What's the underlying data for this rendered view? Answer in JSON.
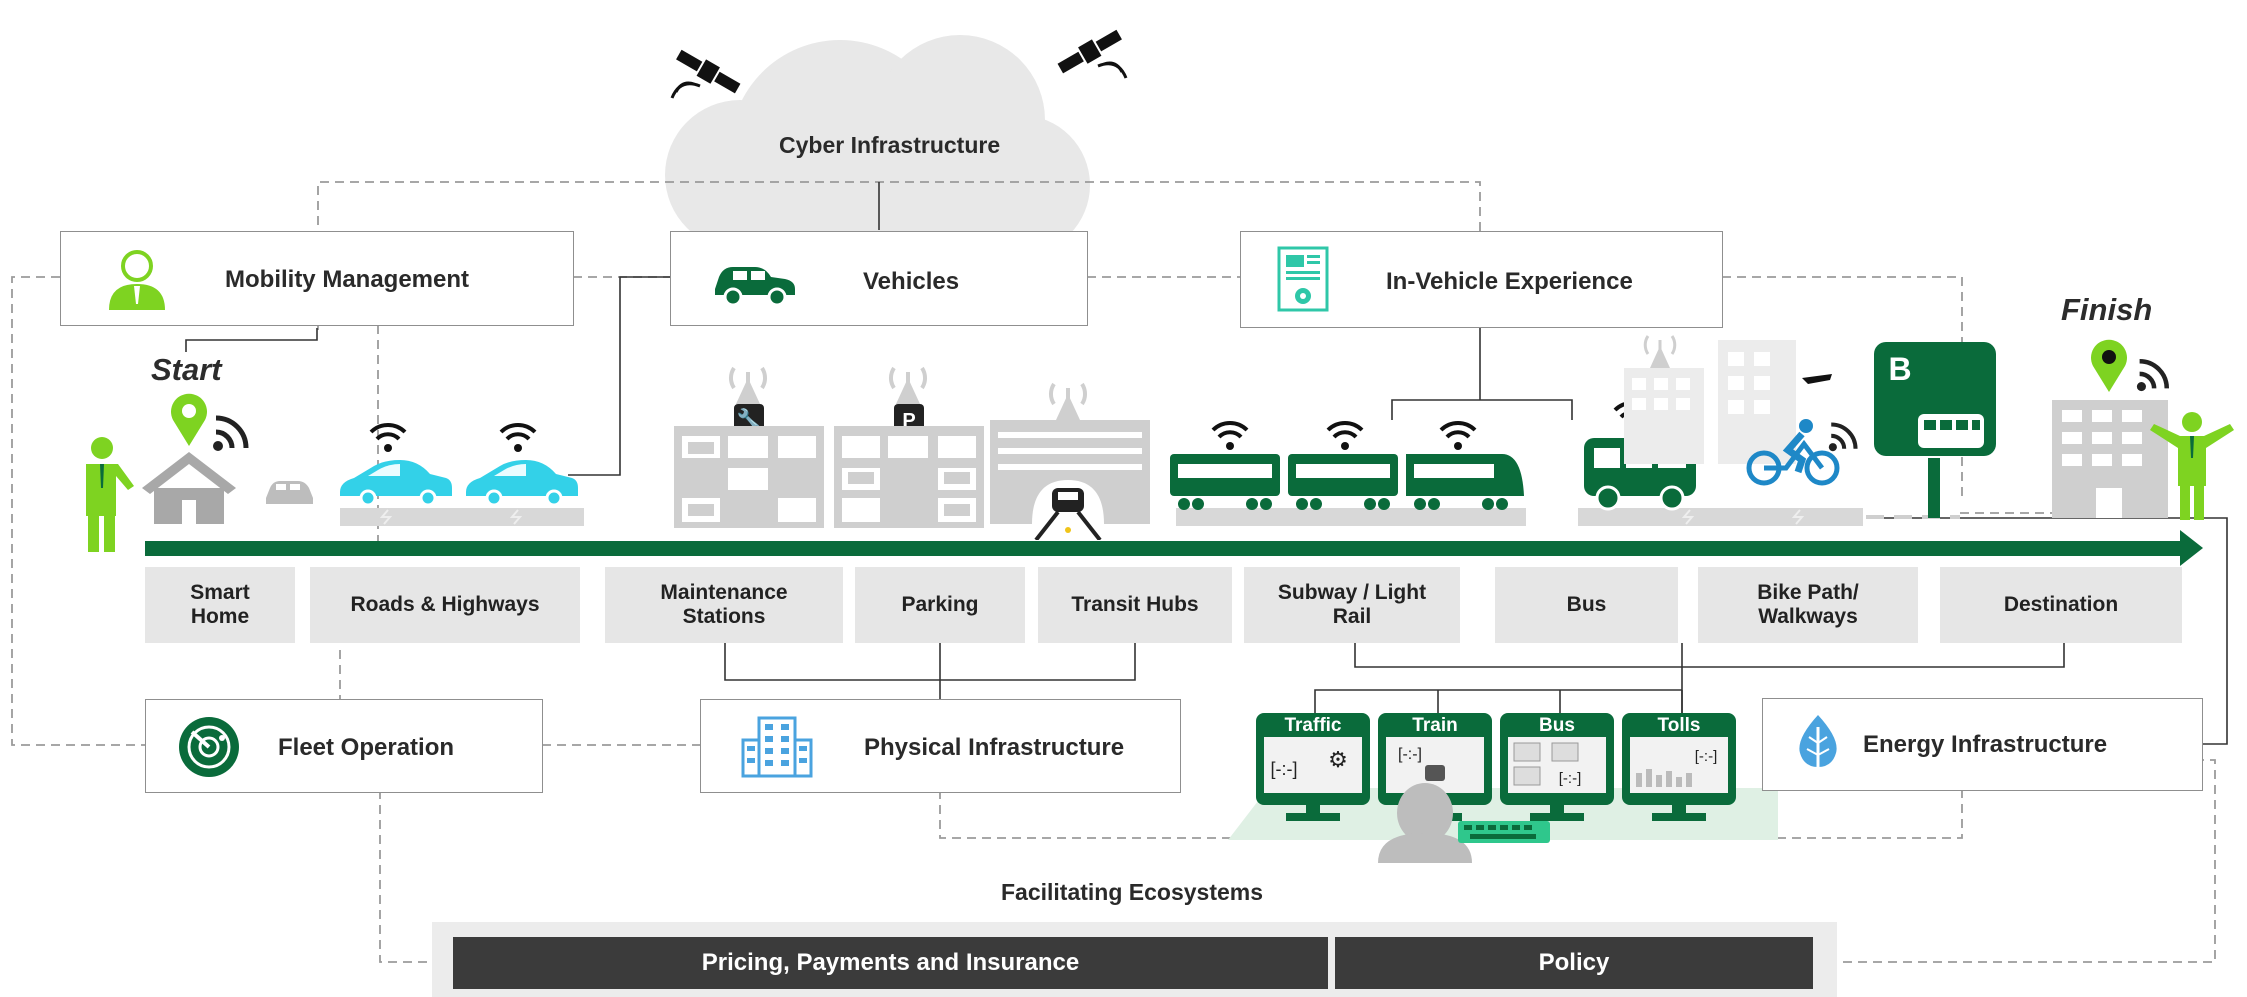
{
  "cloud": {
    "label": "Cyber Infrastructure"
  },
  "boxes": {
    "mobility": "Mobility Management",
    "vehicles": "Vehicles",
    "in_vehicle": "In-Vehicle Experience",
    "fleet": "Fleet Operation",
    "physical": "Physical Infrastructure",
    "energy": "Energy Infrastructure"
  },
  "markers": {
    "start": "Start",
    "finish": "Finish"
  },
  "stops": [
    {
      "line1": "Smart",
      "line2": "Home"
    },
    {
      "line1": "Roads & Highways",
      "line2": ""
    },
    {
      "line1": "Maintenance",
      "line2": "Stations"
    },
    {
      "line1": "Parking",
      "line2": ""
    },
    {
      "line1": "Transit Hubs",
      "line2": ""
    },
    {
      "line1": "Subway / Light",
      "line2": "Rail"
    },
    {
      "line1": "Bus",
      "line2": ""
    },
    {
      "line1": "Bike Path/",
      "line2": "Walkways"
    },
    {
      "line1": "Destination",
      "line2": ""
    }
  ],
  "monitors": [
    "Traffic",
    "Train",
    "Bus",
    "Tolls"
  ],
  "bus_stop_sign": "B",
  "parking_sign": "P",
  "ecosystem": {
    "title": "Facilitating Ecosystems",
    "pricing": "Pricing, Payments and Insurance",
    "policy": "Policy"
  },
  "colors": {
    "dark_green": "#0a6b3b",
    "lime_green": "#7ed321",
    "cyan": "#33d1e8",
    "teal_icon": "#2fc7a8",
    "blue_icon": "#4aa3df",
    "gray_building": "#cfcfcf",
    "stop_bg": "#e6e6e6",
    "eco_bar": "#3b3b3b"
  }
}
